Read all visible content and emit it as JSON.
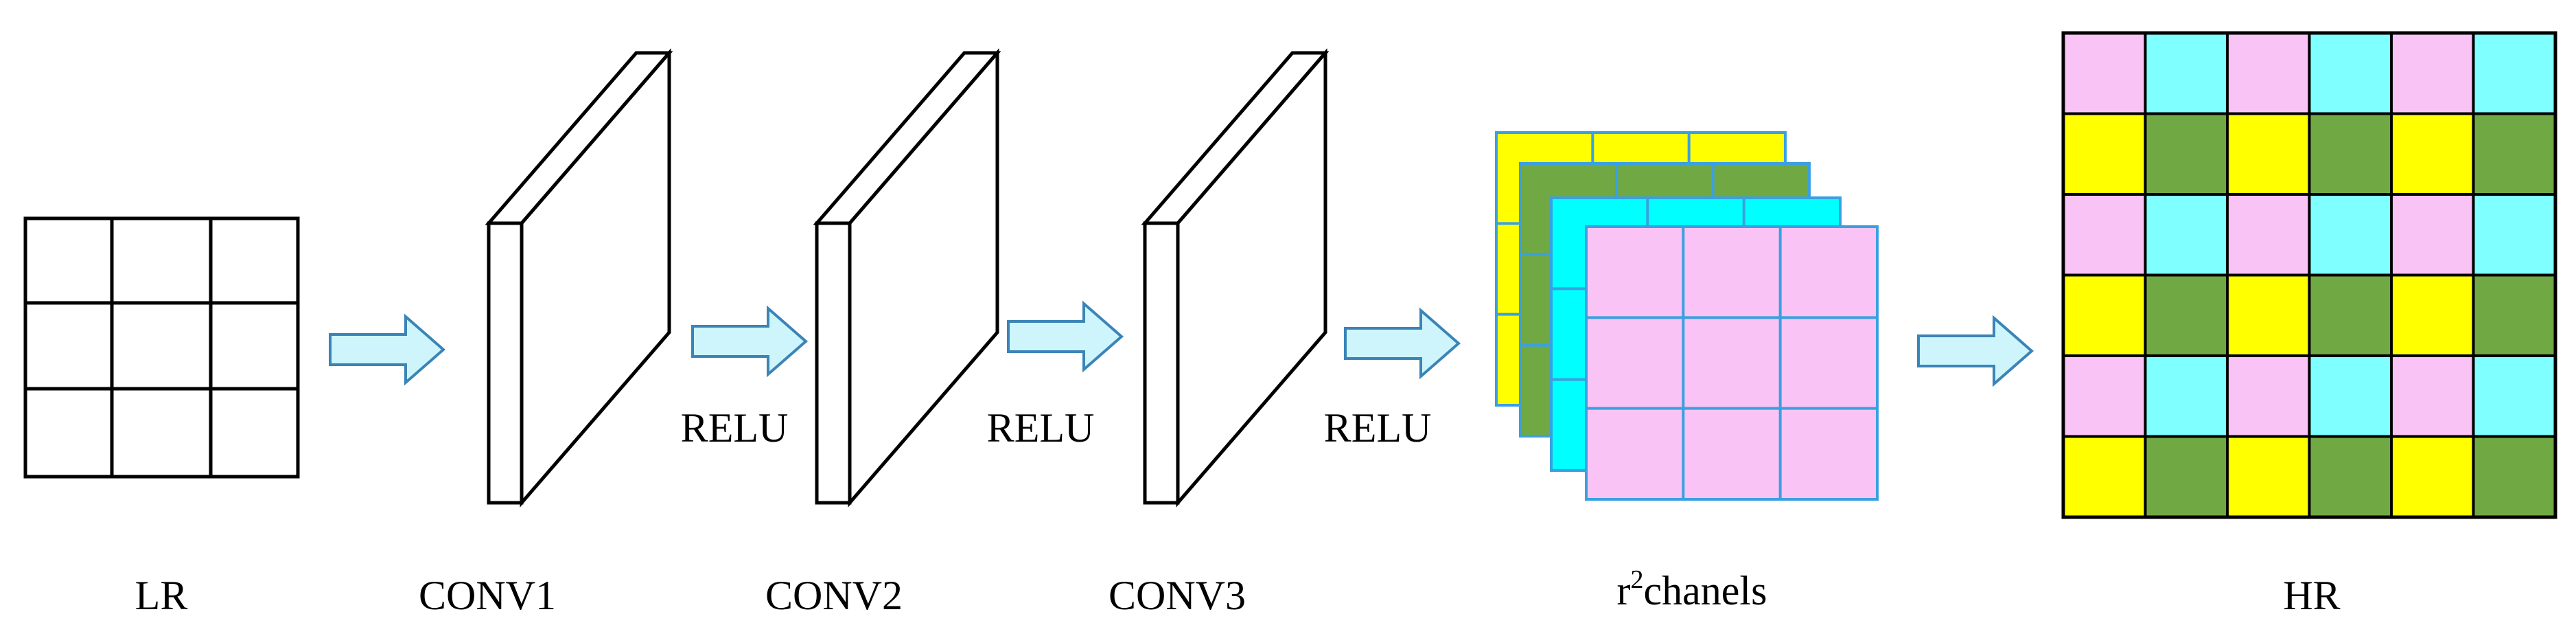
{
  "labels": {
    "lr": "LR",
    "conv1": "CONV1",
    "conv2": "CONV2",
    "conv3": "CONV3",
    "channels_base": "r",
    "channels_sup": "2",
    "channels_rest": "chanels",
    "hr": "HR",
    "relu1": "RELU",
    "relu2": "RELU",
    "relu3": "RELU"
  },
  "colors": {
    "yellow": "#ffff00",
    "green": "#70a844",
    "cyan": "#00ffff",
    "pink": "#f9c4f5",
    "hr_cyan": "#7fffff",
    "stack_border": "#3aa0e0",
    "arrow_fill": "#cdf5fb",
    "arrow_stroke": "#3b84b8"
  },
  "hr_grid": [
    [
      "pink",
      "cyan",
      "pink",
      "cyan",
      "pink",
      "cyan"
    ],
    [
      "yellow",
      "green",
      "yellow",
      "green",
      "yellow",
      "green"
    ],
    [
      "pink",
      "cyan",
      "pink",
      "cyan",
      "pink",
      "cyan"
    ],
    [
      "yellow",
      "green",
      "yellow",
      "green",
      "yellow",
      "green"
    ],
    [
      "pink",
      "cyan",
      "pink",
      "cyan",
      "pink",
      "cyan"
    ],
    [
      "yellow",
      "green",
      "yellow",
      "green",
      "yellow",
      "green"
    ]
  ],
  "channel_layers": [
    "yellow",
    "green",
    "cyan",
    "pink"
  ]
}
